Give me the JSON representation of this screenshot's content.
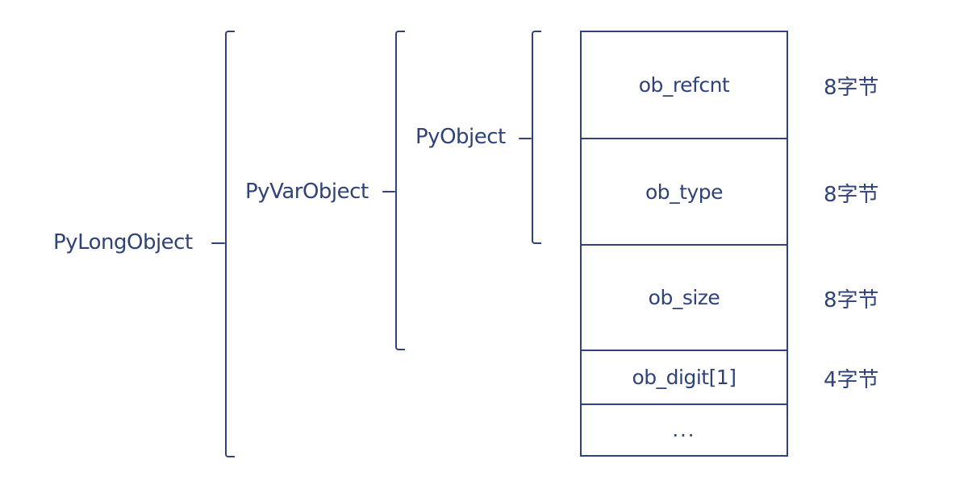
{
  "diagram": {
    "ink_color": "#2f4279",
    "background_color": "#ffffff",
    "brackets": [
      {
        "label": "PyLongObject",
        "spans_rows": "ob_refcnt..ob_digit[...]"
      },
      {
        "label": "PyVarObject",
        "spans_rows": "ob_refcnt..ob_size"
      },
      {
        "label": "PyObject",
        "spans_rows": "ob_refcnt..ob_type"
      }
    ],
    "memory_box": {
      "rows": [
        {
          "field": "ob_refcnt",
          "size": "8字节"
        },
        {
          "field": "ob_type",
          "size": "8字节"
        },
        {
          "field": "ob_size",
          "size": "8字节"
        },
        {
          "field": "ob_digit[1]",
          "size": "4字节"
        },
        {
          "field": "...",
          "size": ""
        }
      ]
    }
  }
}
